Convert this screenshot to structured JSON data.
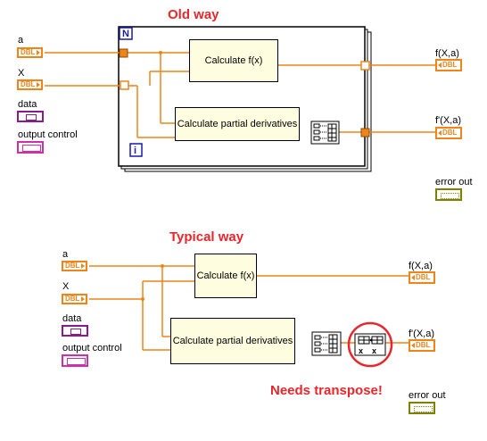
{
  "top": {
    "title": "Old way",
    "loop_label": "N",
    "iteration_label": "i",
    "controls": {
      "a": "a",
      "x": "X",
      "data": "data",
      "output_control": "output control"
    },
    "subvi_fx": "Calculate f(x)",
    "subvi_deriv": "Calculate partial derivatives",
    "outputs": {
      "fx": "f(X,a)",
      "fpx": "f'(X,a)",
      "error": "error out"
    }
  },
  "bottom": {
    "title": "Typical way",
    "controls": {
      "a": "a",
      "x": "X",
      "data": "data",
      "output_control": "output control"
    },
    "subvi_fx": "Calculate f(x)",
    "subvi_deriv": "Calculate partial derivatives",
    "outputs": {
      "fx": "f(X,a)",
      "fpx": "f'(X,a)",
      "error": "error out"
    },
    "note": "Needs transpose!"
  },
  "terminal_type": "DBL",
  "transpose_icon_text": "x",
  "colors": {
    "wire_orange": "#ef8419",
    "cluster_pink": "#d12fa8",
    "refnum_purple": "#8b1a8b",
    "error_green": "#808000",
    "highlight_red": "#e8262b",
    "loop_blue": "#1a1aa8"
  }
}
